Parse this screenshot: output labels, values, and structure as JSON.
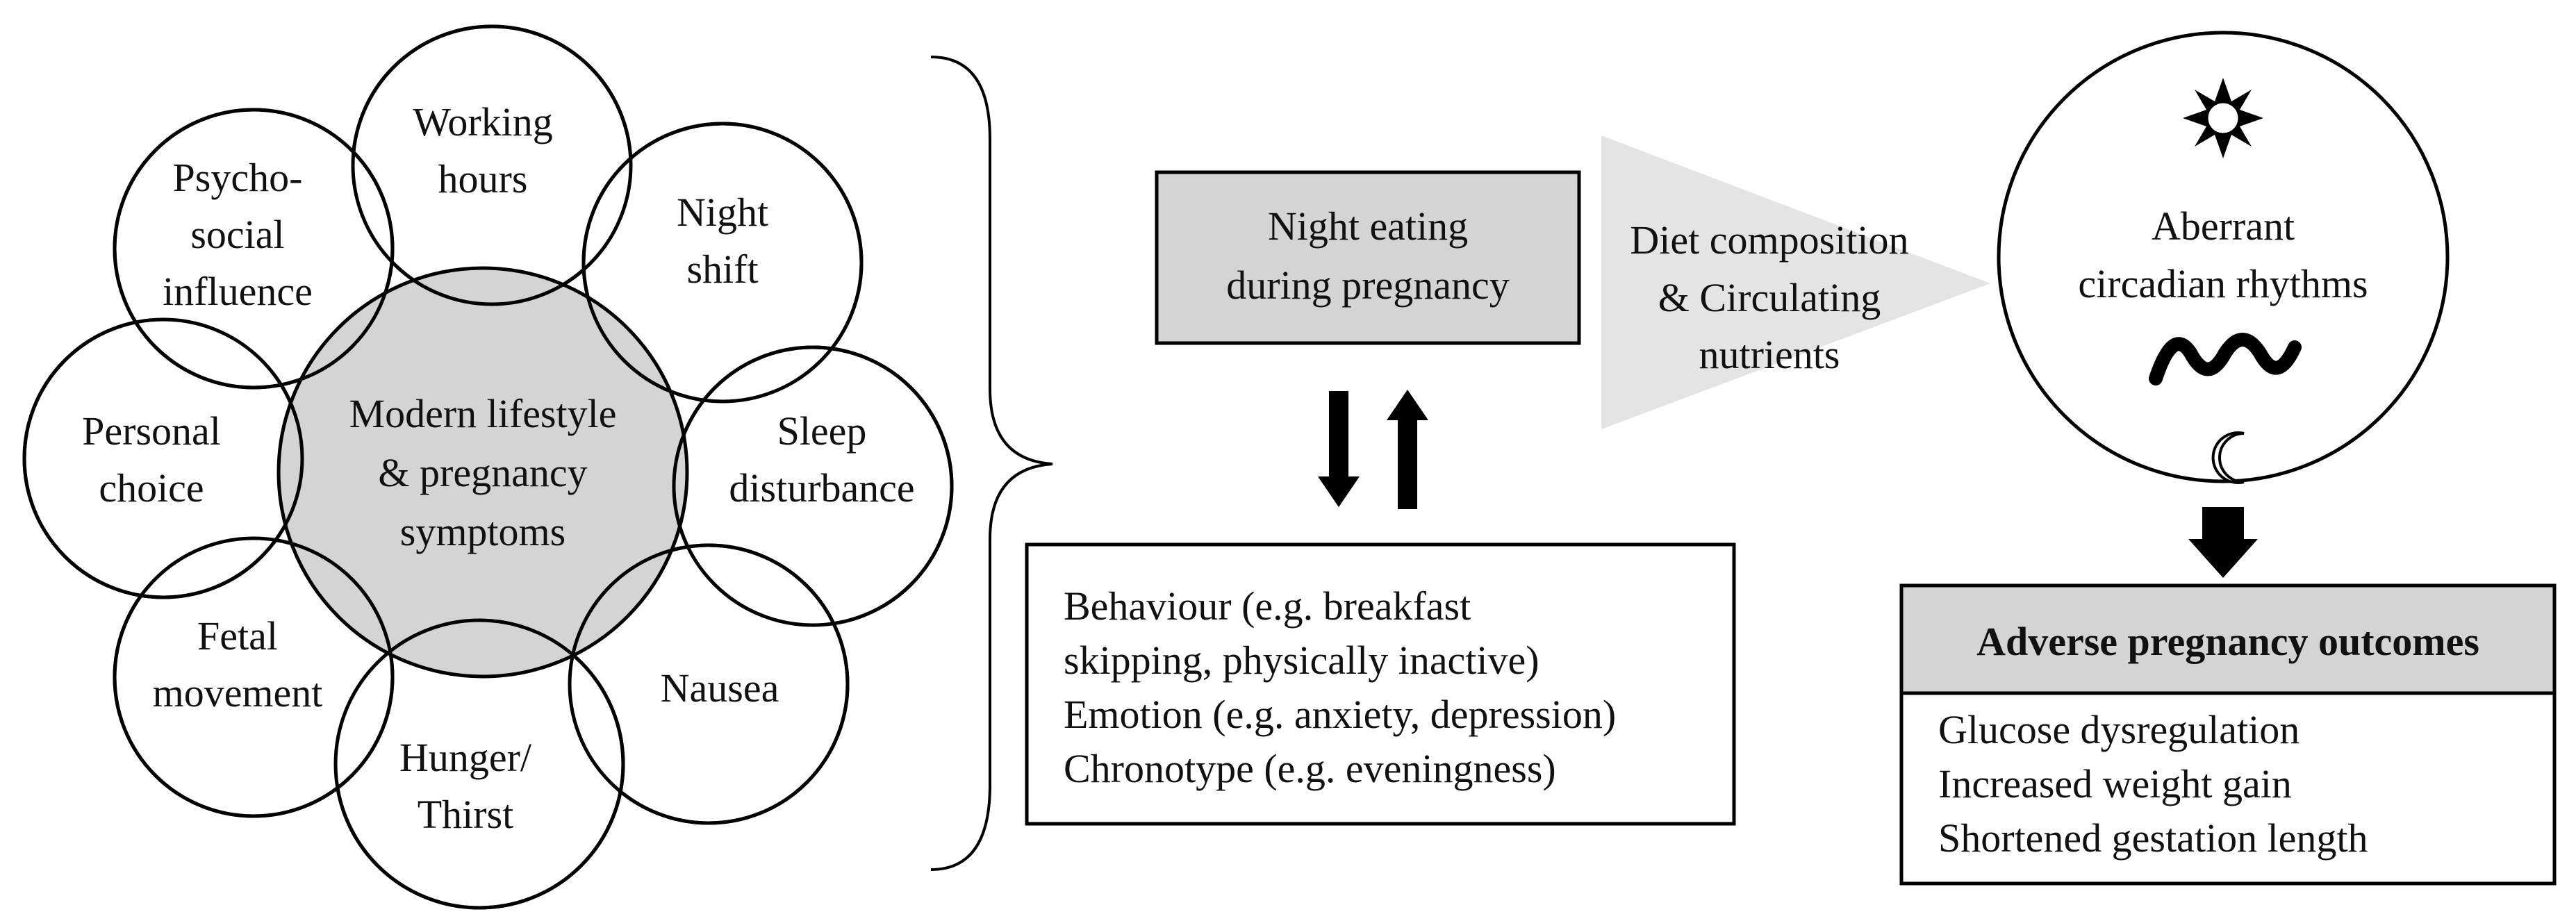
{
  "left_cluster": {
    "center": [
      "Modern lifestyle",
      "& pregnancy",
      "symptoms"
    ],
    "factors": [
      {
        "lines": [
          "Working",
          "hours"
        ]
      },
      {
        "lines": [
          "Night",
          "shift"
        ]
      },
      {
        "lines": [
          "Sleep",
          "disturbance"
        ]
      },
      {
        "lines": [
          "Nausea"
        ]
      },
      {
        "lines": [
          "Hunger/",
          "Thirst"
        ]
      },
      {
        "lines": [
          "Fetal",
          "movement"
        ]
      },
      {
        "lines": [
          "Personal",
          "choice"
        ]
      },
      {
        "lines": [
          "Psycho-",
          "social",
          "influence"
        ]
      }
    ]
  },
  "night_eating_box": [
    "Night eating",
    "during pregnancy"
  ],
  "diet_arrow": [
    "Diet composition",
    "& Circulating",
    "nutrients"
  ],
  "behaviour_box": [
    "Behaviour (e.g. breakfast",
    "skipping, physically inactive)",
    "Emotion (e.g. anxiety, depression)",
    "Chronotype (e.g. eveningness)"
  ],
  "circadian_circle": [
    "Aberrant",
    "circadian rhythms"
  ],
  "outcomes": {
    "title": "Adverse pregnancy outcomes",
    "items": [
      "Glucose dysregulation",
      "Increased weight gain",
      "Shortened gestation length"
    ]
  },
  "icons": {
    "sun": "sun-icon",
    "wave": "wave-icon",
    "moon": "crescent-moon-icon"
  },
  "colors": {
    "box_fill": "#d4d4d4",
    "triangle_fill": "#e4e4e4",
    "stroke": "#000000"
  }
}
